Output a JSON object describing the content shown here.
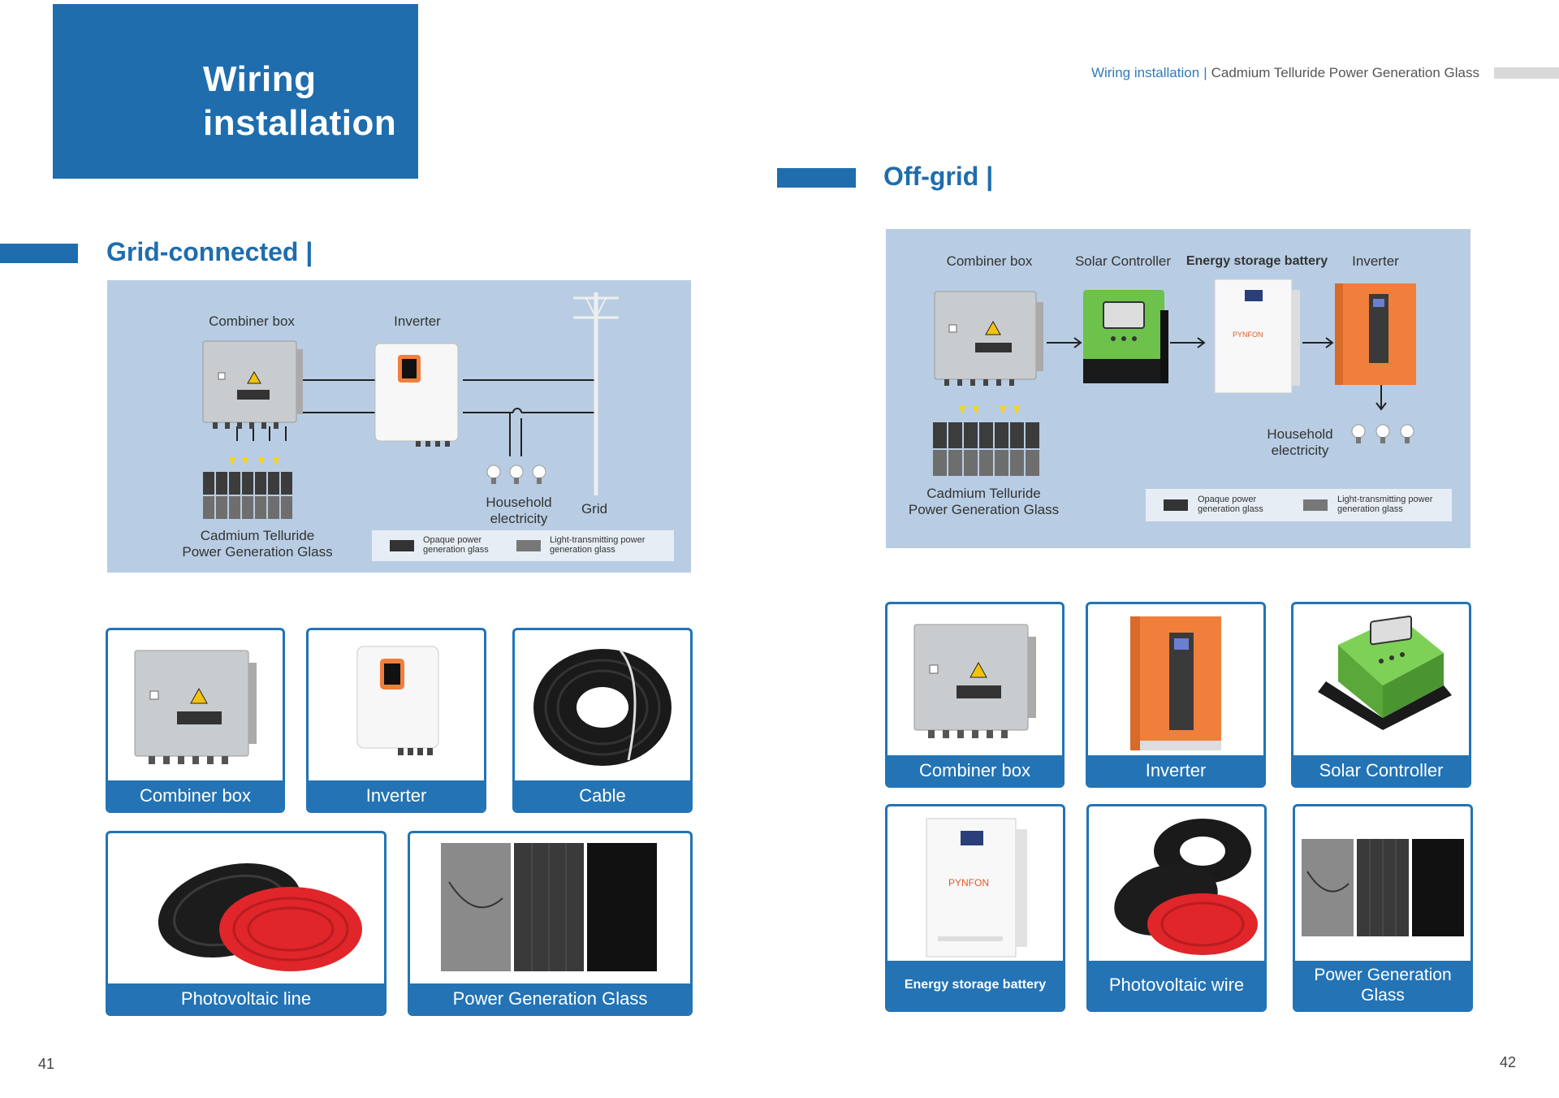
{
  "title": {
    "line1": "Wiring",
    "line2": "installation"
  },
  "header": {
    "section": "Wiring installation",
    "separator": "|",
    "subtitle": "Cadmium Telluride Power Generation Glass"
  },
  "grid_connected": {
    "heading": "Grid-connected |",
    "labels": {
      "combiner_box": "Combiner box",
      "inverter": "Inverter",
      "glass_1": "Cadmium Telluride",
      "glass_2": "Power Generation Glass",
      "household_1": "Household",
      "household_2": "electricity",
      "grid": "Grid"
    },
    "legend": {
      "opaque_1": "Opaque power",
      "opaque_2": "generation glass",
      "light_1": "Light-transmitting power",
      "light_2": "generation glass"
    },
    "cards": {
      "combiner_box": "Combiner box",
      "inverter": "Inverter",
      "cable": "Cable",
      "pv_line": "Photovoltaic line",
      "glass": "Power Generation Glass"
    }
  },
  "off_grid": {
    "heading": "Off-grid |",
    "labels": {
      "combiner_box": "Combiner box",
      "solar_controller": "Solar Controller",
      "battery": "Energy storage battery",
      "inverter": "Inverter",
      "household_1": "Household",
      "household_2": "electricity",
      "glass_1": "Cadmium Telluride",
      "glass_2": "Power Generation Glass"
    },
    "legend": {
      "opaque_1": "Opaque power",
      "opaque_2": "generation glass",
      "light_1": "Light-transmitting power",
      "light_2": "generation glass"
    },
    "cards": {
      "combiner_box": "Combiner box",
      "inverter": "Inverter",
      "solar_controller": "Solar Controller",
      "battery": "Energy storage battery",
      "pv_wire": "Photovoltaic wire",
      "glass_1": "Power Generation",
      "glass_2": "Glass"
    }
  },
  "page_numbers": {
    "left": "41",
    "right": "42"
  },
  "colors": {
    "brand_blue": "#1f6dad",
    "diagram_bg": "#b8cde3",
    "inverter_orange": "#f07f3c",
    "controller_green": "#6cc24a",
    "cable_red": "#e0262a"
  }
}
